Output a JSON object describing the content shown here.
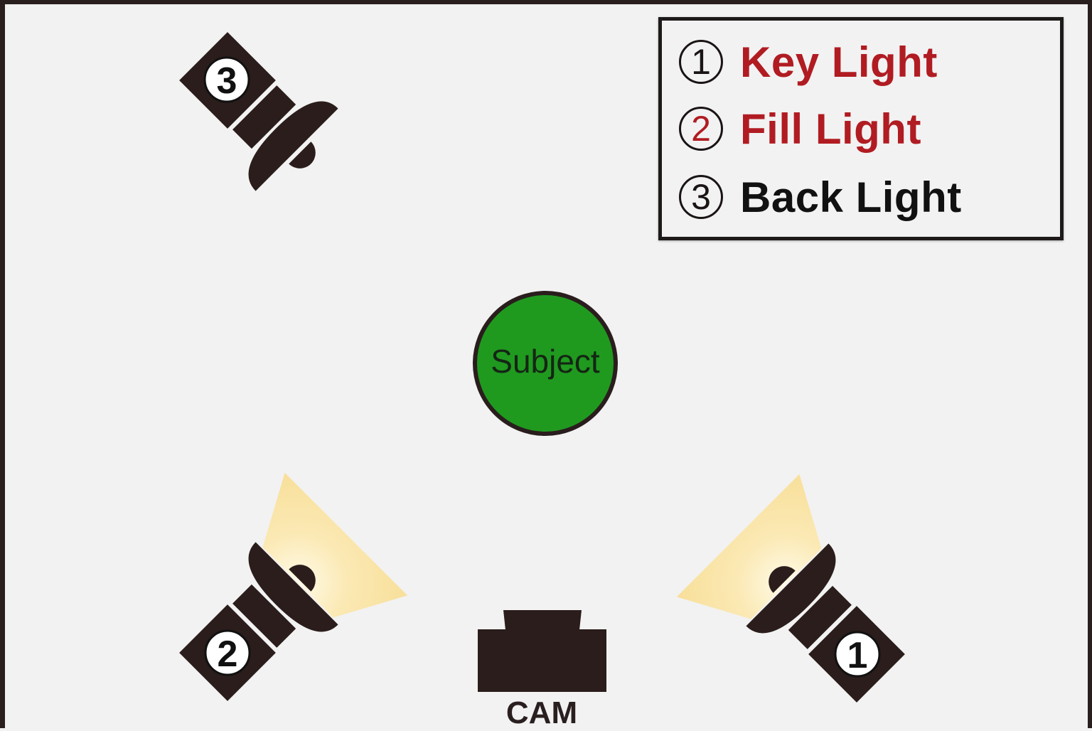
{
  "legend": {
    "items": [
      {
        "number": "1",
        "label": "Key Light",
        "color": "#b01c22",
        "number_color": "#1a1414"
      },
      {
        "number": "2",
        "label": "Fill Light",
        "color": "#b01c22",
        "number_color": "#b01c22"
      },
      {
        "number": "3",
        "label": "Back Light",
        "color": "#111111",
        "number_color": "#1a1414"
      }
    ]
  },
  "lights": [
    {
      "number": "1",
      "role": "key",
      "beam": true
    },
    {
      "number": "2",
      "role": "fill",
      "beam": true
    },
    {
      "number": "3",
      "role": "back",
      "beam": false
    }
  ],
  "subject": {
    "label": "Subject",
    "color": "#1f9a1f"
  },
  "camera": {
    "label": "CAM"
  },
  "colors": {
    "fixture": "#2a1d1b",
    "beam": "#f7dc8e",
    "frame": "#2a1f1f"
  }
}
